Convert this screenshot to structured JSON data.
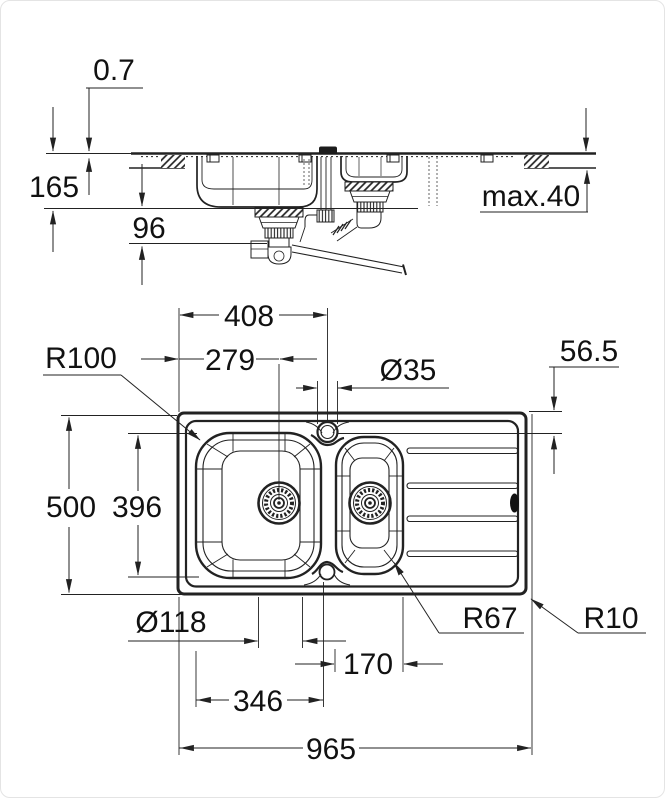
{
  "dims": {
    "rim_profile_height": "0.7",
    "installation_depth": "165",
    "clearance_below": "96",
    "max_worktop": "max.40",
    "tap_center_from_left": "408",
    "drain_center_from_left": "279",
    "tap_hole_diameter": "Ø35",
    "tap_center_offset": "56.5",
    "main_bowl_corner_radius": "R100",
    "overall_depth": "500",
    "main_bowl_depth": "396",
    "drain_diameter": "Ø118",
    "half_bowl_width": "170",
    "main_bowl_width": "346",
    "overall_length": "965",
    "inner_corner_radius": "R67",
    "outer_corner_radius": "R10"
  }
}
